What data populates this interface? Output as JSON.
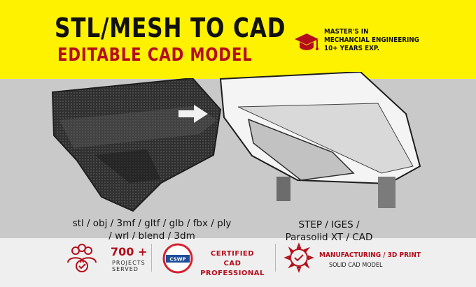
{
  "banner": {
    "title": "STL/MESH TO CAD",
    "subtitle": "EDITABLE CAD MODEL",
    "credentials": [
      "MASTER'S IN",
      "MECHANCIAL ENGINEERING",
      "10+ YEARS EXP."
    ]
  },
  "comparison": {
    "input_formats": [
      "stl / obj / 3mf / gltf / glb / fbx / ply",
      "/ wrl / blend / 3dm"
    ],
    "output_formats": [
      "STEP / IGES /",
      "Parasolid XT / CAD"
    ]
  },
  "badges": {
    "projects": {
      "count": "700 +",
      "label": [
        "PROJECTS",
        "SERVED"
      ]
    },
    "certification": {
      "logo_text": "CSWP",
      "label": [
        "CERTIFIED",
        "CAD PROFESSIONAL"
      ]
    },
    "services": {
      "title": "MANUFACTURING / 3D PRINT",
      "subtitle": "SOLID CAD MODEL"
    }
  },
  "colors": {
    "banner": "#fff200",
    "accent": "#b30d1b",
    "gray": "#c9c9c9"
  },
  "icons": [
    "graduation-cap-icon",
    "arrow-right-icon",
    "people-check-icon",
    "cswp-badge-icon",
    "gear-check-icon"
  ]
}
